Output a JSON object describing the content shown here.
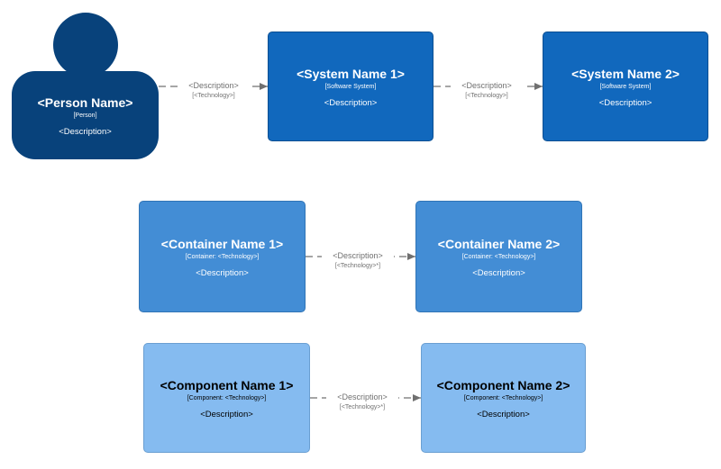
{
  "person": {
    "name": "<Person Name>",
    "type": "[Person]",
    "description": "<Description>"
  },
  "systems": [
    {
      "name": "<System Name 1>",
      "type": "[Software System]",
      "description": "<Description>"
    },
    {
      "name": "<System Name 2>",
      "type": "[Software System]",
      "description": "<Description>"
    }
  ],
  "containers": [
    {
      "name": "<Container Name 1>",
      "type": "[Container: <Technology>]",
      "description": "<Description>"
    },
    {
      "name": "<Container Name 2>",
      "type": "[Container: <Technology>]",
      "description": "<Description>"
    }
  ],
  "components": [
    {
      "name": "<Component Name 1>",
      "type": "[Component: <Technology>]",
      "description": "<Description>"
    },
    {
      "name": "<Component Name 2>",
      "type": "[Component: <Technology>]",
      "description": "<Description>"
    }
  ],
  "relationships": [
    {
      "description": "<Description>",
      "technology": "[<Technology>]"
    },
    {
      "description": "<Description>",
      "technology": "[<Technology>]"
    },
    {
      "description": "<Description>",
      "technology": "[<Technology>*]"
    },
    {
      "description": "<Description>",
      "technology": "[<Technology>*]"
    }
  ],
  "colors": {
    "person": "#08427b",
    "system": "#1168bd",
    "container": "#438dd5",
    "component": "#85bbf0",
    "relationship": "#707070"
  }
}
